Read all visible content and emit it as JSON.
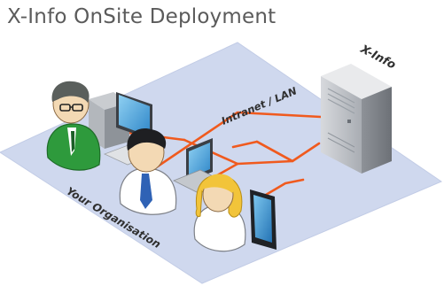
{
  "title": "X-Info OnSite Deployment",
  "labels": {
    "server": "X-Info",
    "network": "Intranet / LAN",
    "organisation": "Your Organisation"
  },
  "colors": {
    "floor": "#cfd8ee",
    "floor_edge": "#c2cce6",
    "network_line": "#f05a1e",
    "title": "#5b5b5b",
    "label": "#2f2f2f"
  },
  "icons": [
    "server-icon",
    "desktop-computer-icon",
    "laptop-icon",
    "tablet-icon",
    "person-glasses-icon",
    "person-tie-icon",
    "person-blonde-icon"
  ]
}
